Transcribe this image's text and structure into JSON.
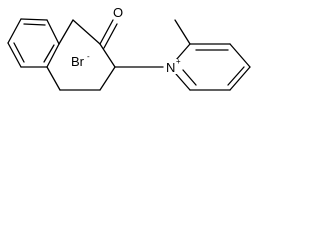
{
  "molecule": {
    "atoms": {
      "oxygen": "O",
      "bromide_symbol": "Br",
      "bromide_charge": "-",
      "nitrogen_symbol": "N",
      "nitrogen_charge": "+"
    }
  },
  "colors": {
    "bond": "#000000",
    "background": "#ffffff"
  }
}
